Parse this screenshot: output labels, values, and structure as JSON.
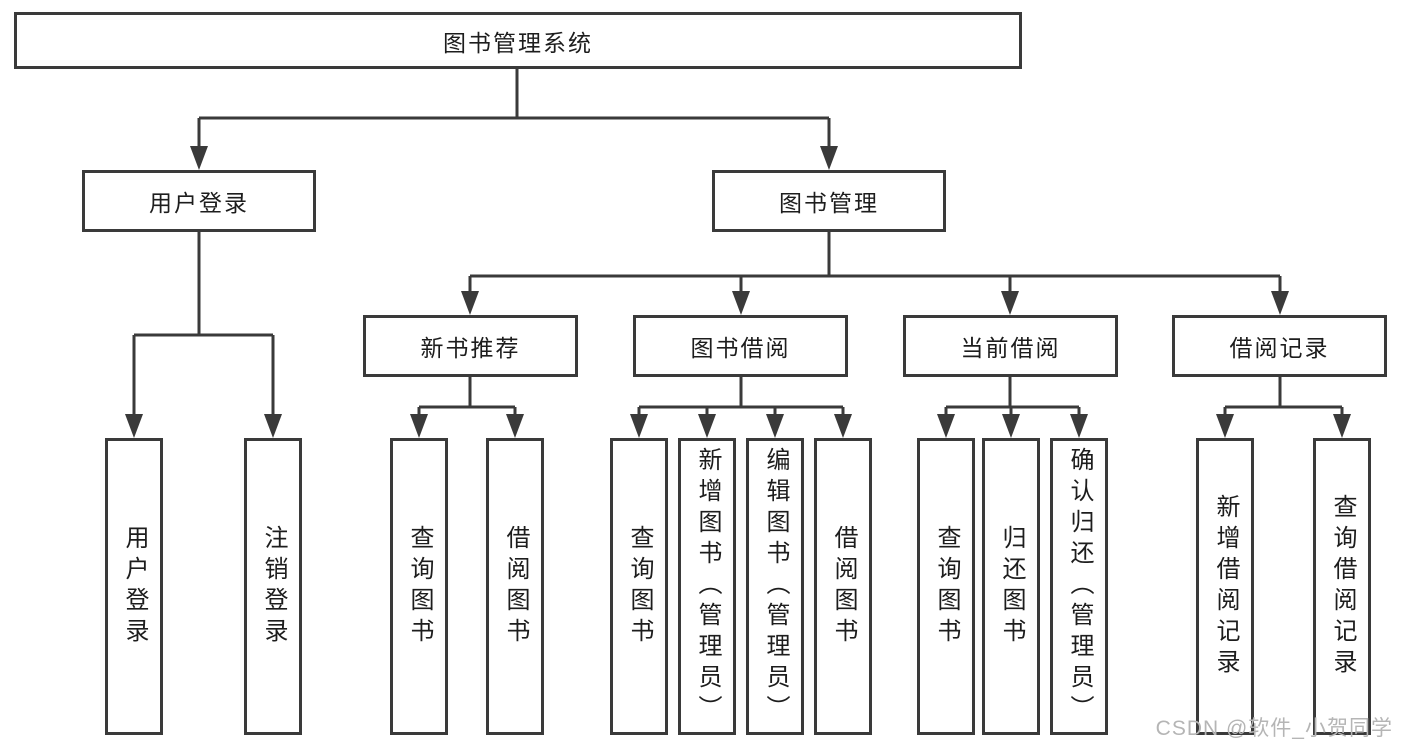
{
  "tree": {
    "label": "图书管理系统",
    "children": [
      {
        "label": "用户登录",
        "children": [
          {
            "label": "用户登录"
          },
          {
            "label": "注销登录"
          }
        ]
      },
      {
        "label": "图书管理",
        "children": [
          {
            "label": "新书推荐",
            "children": [
              {
                "label": "查询图书"
              },
              {
                "label": "借阅图书"
              }
            ]
          },
          {
            "label": "图书借阅",
            "children": [
              {
                "label": "查询图书"
              },
              {
                "label": "新增图书（管理员）"
              },
              {
                "label": "编辑图书（管理员）"
              },
              {
                "label": "借阅图书"
              }
            ]
          },
          {
            "label": "当前借阅",
            "children": [
              {
                "label": "查询图书"
              },
              {
                "label": "归还图书"
              },
              {
                "label": "确认归还（管理员）"
              }
            ]
          },
          {
            "label": "借阅记录",
            "children": [
              {
                "label": "新增借阅记录"
              },
              {
                "label": "查询借阅记录"
              }
            ]
          }
        ]
      }
    ]
  },
  "watermark": "CSDN @软件_小贺同学",
  "colors": {
    "line": "#3a3a3a",
    "text": "#1d1d1d",
    "watermark": "#b5b5b5",
    "background": "#ffffff"
  }
}
